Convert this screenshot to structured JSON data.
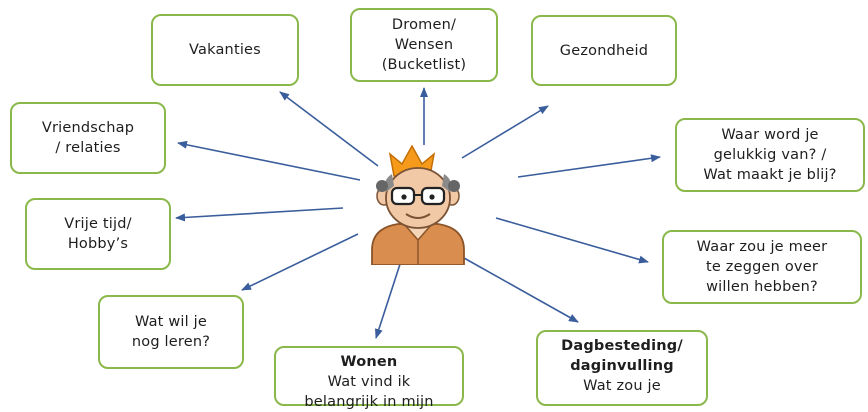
{
  "diagram": {
    "center": "person-with-crown",
    "accent_color": "#8bb84b",
    "arrow_color": "#3a5d9c",
    "nodes": {
      "vakanties": {
        "lines": [
          "Vakanties"
        ]
      },
      "dromen": {
        "lines": [
          "Dromen/",
          "Wensen",
          "(Bucketlist)"
        ]
      },
      "gezondheid": {
        "lines": [
          "Gezondheid"
        ]
      },
      "vriendschap": {
        "lines": [
          "Vriendschap",
          "/ relaties"
        ]
      },
      "gelukkig": {
        "lines": [
          "Waar word je",
          "gelukkig van? /",
          "Wat maakt je blij?"
        ]
      },
      "vrije_tijd": {
        "lines": [
          "Vrije tijd/",
          "Hobby’s"
        ]
      },
      "meer_zeggen": {
        "lines": [
          "Waar zou je meer",
          "te zeggen over",
          "willen hebben?"
        ]
      },
      "leren": {
        "lines": [
          "Wat wil je",
          "nog leren?"
        ]
      },
      "wonen": {
        "lines": [
          "Wonen",
          "Wat vind ik",
          "belangrijk in mijn"
        ]
      },
      "dagbesteding": {
        "lines": [
          "Dagbesteding/",
          "daginvulling",
          "Wat zou je"
        ]
      }
    }
  }
}
